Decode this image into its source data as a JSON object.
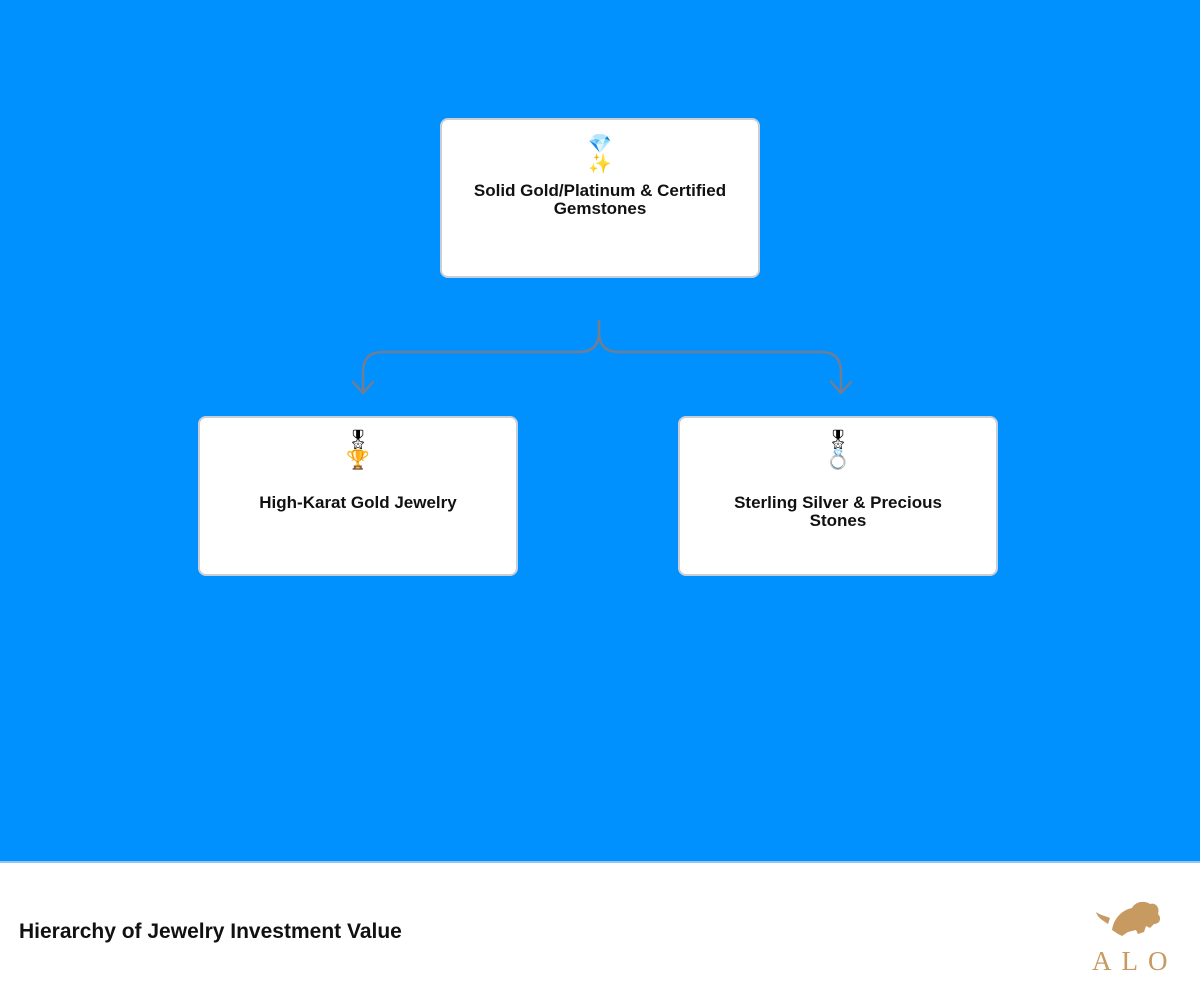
{
  "diagram": {
    "root": {
      "icons": [
        "💎",
        "✨"
      ],
      "label": "Solid Gold/Platinum & Certified Gemstones"
    },
    "children": [
      {
        "icons": [
          "🎖",
          "🏆"
        ],
        "label": "High-Karat Gold Jewelry"
      },
      {
        "icons": [
          "🎖",
          "💍"
        ],
        "label": "Sterling Silver & Precious Stones"
      }
    ],
    "colors": {
      "background": "#0091ff",
      "node": "#ffffff",
      "connector": "#6f7e93",
      "logo": "#c79a61"
    }
  },
  "footer": {
    "title": "Hierarchy of Jewelry Investment Value",
    "logo_text": "ALO"
  }
}
